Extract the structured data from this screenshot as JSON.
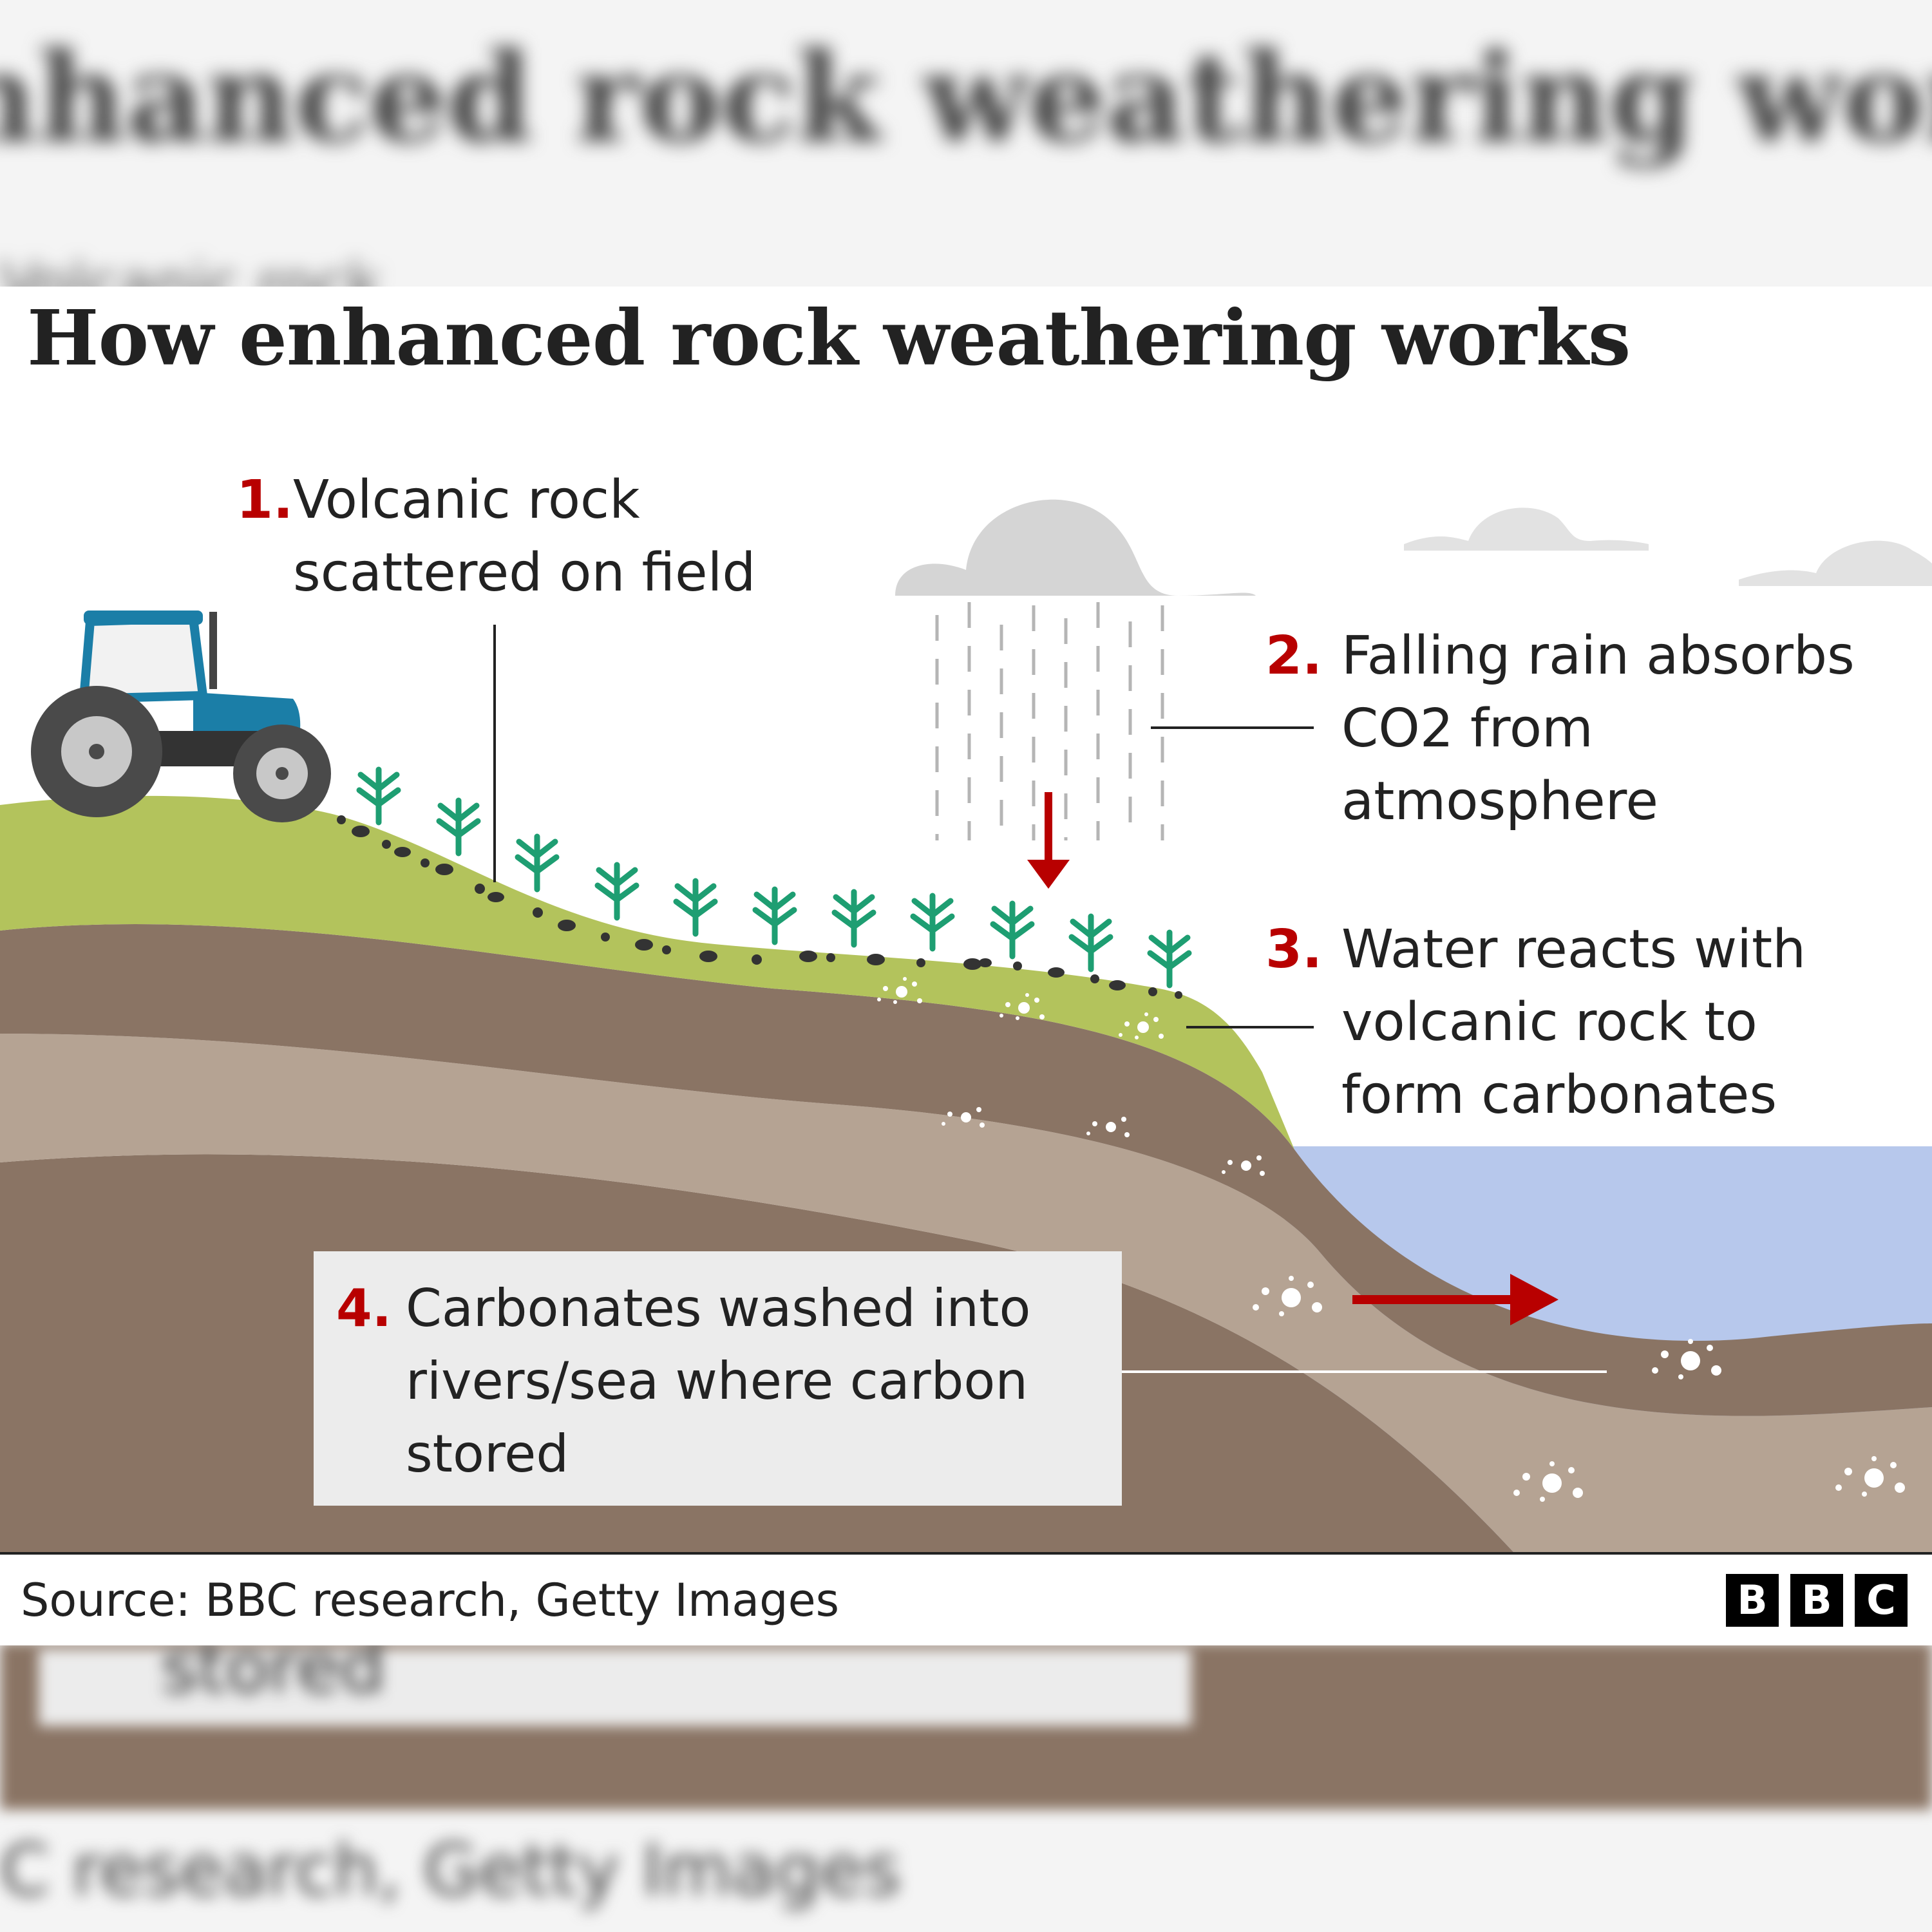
{
  "title": "How enhanced rock weathering works",
  "steps": [
    {
      "number": "1.",
      "lines": [
        "Volcanic rock",
        "scattered on field"
      ]
    },
    {
      "number": "2.",
      "lines": [
        "Falling rain absorbs",
        "CO2 from",
        "atmosphere"
      ]
    },
    {
      "number": "3.",
      "lines": [
        "Water reacts with",
        "volcanic rock to",
        "form carbonates"
      ]
    },
    {
      "number": "4.",
      "lines": [
        "Carbonates washed into",
        "rivers/sea where carbon",
        "stored"
      ]
    }
  ],
  "source": "Source: BBC research, Getty Images",
  "logo": {
    "letters": [
      "B",
      "B",
      "C"
    ]
  },
  "background_blur": {
    "title": "nhanced rock weathering works",
    "subtitle": "Volcanic rock",
    "box_text": "stored",
    "source": "C research, Getty Images"
  },
  "colors": {
    "accent_red": "#b80000",
    "grass": "#b3c35c",
    "soil_dark": "#8a7464",
    "soil_light": "#b5a393",
    "water": "#b7c8ec",
    "plant": "#1e9e72",
    "tractor": "#1b7ea7",
    "cloud": "#d5d5d5"
  },
  "icons": [
    "tractor-icon",
    "cloud-icon",
    "rain-icon",
    "plant-icon",
    "rock-icon",
    "arrow-down-icon",
    "arrow-right-icon",
    "carbonate-icon"
  ]
}
